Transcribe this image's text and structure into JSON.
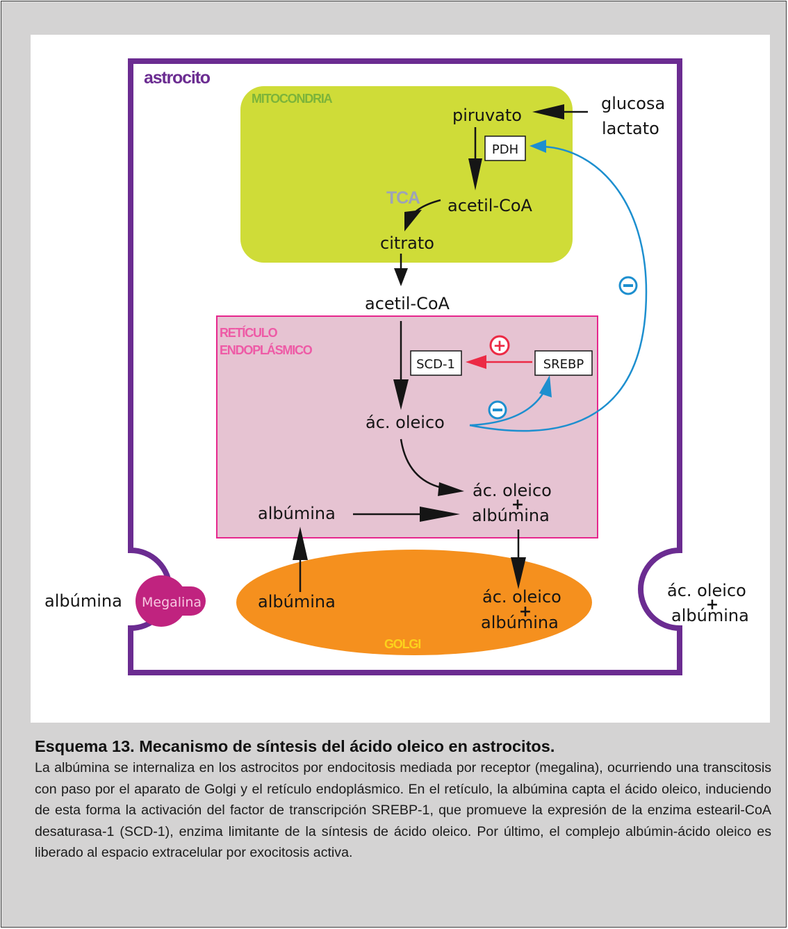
{
  "diagram": {
    "cell_label": "astrocito",
    "mitochondria_label": "MITOCONDRIA",
    "tca_label": "TCA",
    "er_label_line1": "RETÍCULO",
    "er_label_line2": "ENDOPLÁSMICO",
    "golgi_label": "GOLGI",
    "piruvato": "piruvato",
    "glucosa": "glucosa",
    "lactato": "lactato",
    "pdh": "PDH",
    "acetil_coa_mito": "acetil-CoA",
    "citrato": "citrato",
    "acetil_coa_cyto": "acetil-CoA",
    "scd1": "SCD-1",
    "srebp": "SREBP",
    "oleico": "ác. oleico",
    "complex_er_line1": "ác. oleico",
    "complex_er_line2": "albúmina",
    "albumina_er": "albúmina",
    "albumina_golgi": "albúmina",
    "complex_golgi_line1": "ác. oleico",
    "complex_golgi_line2": "albúmina",
    "albumina_outside": "albúmina",
    "megalina": "Megalina",
    "complex_out_line1": "ác. oleico",
    "complex_out_line2": "albúmina",
    "plus_sign": "+",
    "minus_sign": "−",
    "colors": {
      "membrane": "#6b2c91",
      "mitochondria": "#cfdc38",
      "mito_text": "#7cb43a",
      "er_fill": "#e6c3d2",
      "er_border": "#e6268d",
      "golgi": "#f5901e",
      "golgi_text": "#fcd21c",
      "megalina": "#c0237f",
      "inhibition": "#1d8fcf",
      "activation": "#ec2a45",
      "tca_text": "#9da3b7"
    }
  },
  "caption": {
    "title": "Esquema 13. Mecanismo de síntesis del ácido oleico en astrocitos.",
    "body": "La albúmina se internaliza en los astrocitos por endocitosis mediada por receptor (megalina), ocurriendo una transcitosis con paso por el aparato de Golgi y el retículo endoplásmico. En el retículo, la albúmina capta el ácido oleico, induciendo de esta forma la activación del factor de transcripción SREBP-1, que promueve la expresión de la enzima estearil-CoA desaturasa-1 (SCD-1), enzima limitante de la síntesis de ácido oleico. Por último, el complejo albúmin-ácido oleico es liberado al espacio extracelular por exocitosis activa."
  }
}
